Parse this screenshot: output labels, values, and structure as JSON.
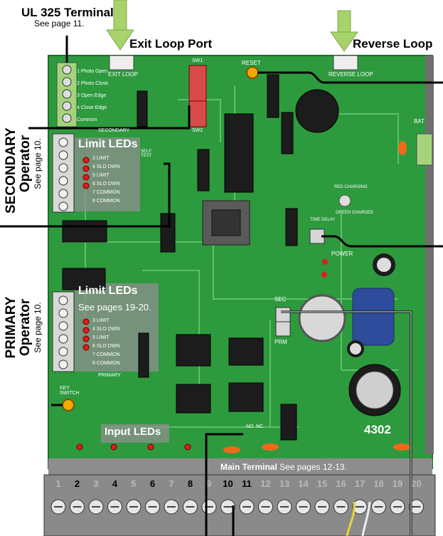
{
  "callouts": {
    "ul325_title": "UL 325 Terminal",
    "ul325_page": "See page 11.",
    "exit_loop_port": "Exit Loop Port",
    "reverse_loop": "Reverse Loop",
    "secondary_op_line1": "SECONDARY",
    "secondary_op_line2": "Operator",
    "secondary_see": "See page 10.",
    "primary_op_line1": "PRIMARY",
    "primary_op_line2": "Operator",
    "primary_see": "See page 10.",
    "limit_leds_secondary": "Limit LEDs",
    "limit_leds_primary": "Limit LEDs",
    "limit_leds_primary_pages": "See pages 19-20.",
    "input_leds": "Input LEDs",
    "main_terminal": "Main Terminal",
    "main_terminal_pages": "See pages 12-13.",
    "model": "4302"
  },
  "board_labels": {
    "exit_loop": "EXIT LOOP",
    "reverse_loop": "REVERSE LOOP",
    "reset": "RESET",
    "sw1": "SW1",
    "sw2": "SW2",
    "secondary": "SECONDARY",
    "primary": "PRIMARY",
    "self_test": "SELF TEST",
    "red_charging": "RED CHARGING",
    "green_charged": "GREEN CHARGED",
    "time_delay": "TIME DELAY",
    "power": "POWER",
    "bat": "BAT",
    "sec": "SEC",
    "prm": "PRM",
    "key_switch": "KEY SWITCH",
    "no": "NO",
    "nc": "NC"
  },
  "ul325_terminals": [
    "1 Photo Open",
    "2 Photo Close",
    "3 Open Edge",
    "4 Close Edge",
    "Common"
  ],
  "secondary_terminals": [
    "3 LIMIT",
    "4 SLO DWN",
    "5 LIMIT",
    "6 SLO DWN",
    "7 COMMON",
    "8 COMMON"
  ],
  "primary_terminals": [
    "3 LIMIT",
    "4 SLO DWN",
    "5 LIMIT",
    "6 SLO DWN",
    "7 COMMON",
    "8 COMMON"
  ],
  "main_terminal_numbers": [
    "1",
    "2",
    "3",
    "4",
    "5",
    "6",
    "7",
    "8",
    "9",
    "10",
    "11",
    "12",
    "13",
    "14",
    "15",
    "16",
    "17",
    "18",
    "19",
    "20"
  ],
  "main_terminal_highlight": [
    "2",
    "4",
    "6",
    "8",
    "10",
    "11"
  ],
  "colors": {
    "pcb": "#2d9a3e",
    "pcb_dark": "#1f7a2e",
    "trace": "#5cc26a",
    "chip": "#1c1c1c",
    "led_red": "#e21b1b",
    "led_amber": "#f6a800",
    "terminal_gray": "#8d8d8d",
    "arrow_green": "#a8d26a"
  }
}
